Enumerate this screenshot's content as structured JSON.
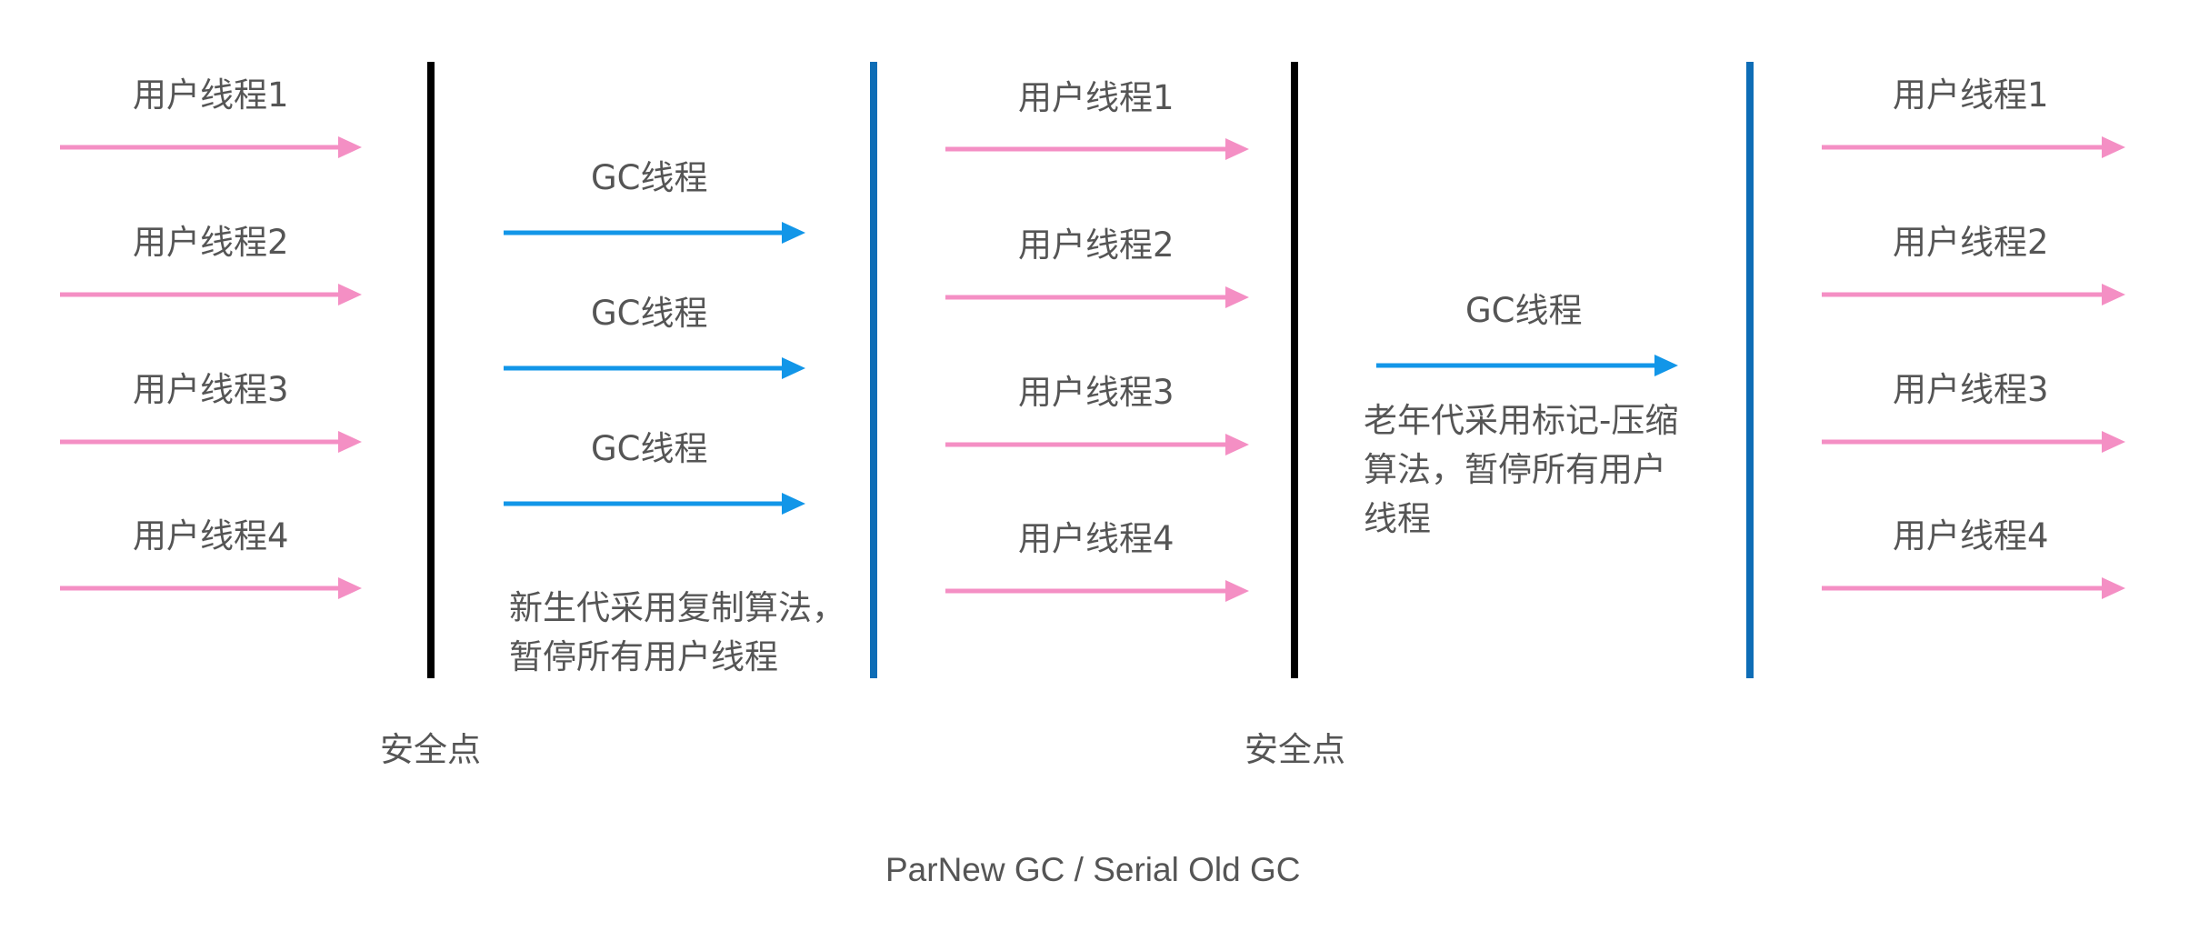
{
  "user_thread_labels": [
    "用户线程1",
    "用户线程2",
    "用户线程3",
    "用户线程4"
  ],
  "gc_thread_label": "GC线程",
  "young_gen_note": "新生代采用复制算法，\n暂停所有用户线程",
  "old_gen_note": "老年代采用标记-压缩\n算法，暂停所有用户\n线程",
  "safepoint_label": "安全点",
  "caption": "ParNew GC / Serial Old GC",
  "colors": {
    "user_arrow": "#f48fc4",
    "gc_arrow": "#1296e8",
    "safepoint_line": "#000000",
    "resume_line": "#0e6db6",
    "text": "#555555"
  }
}
